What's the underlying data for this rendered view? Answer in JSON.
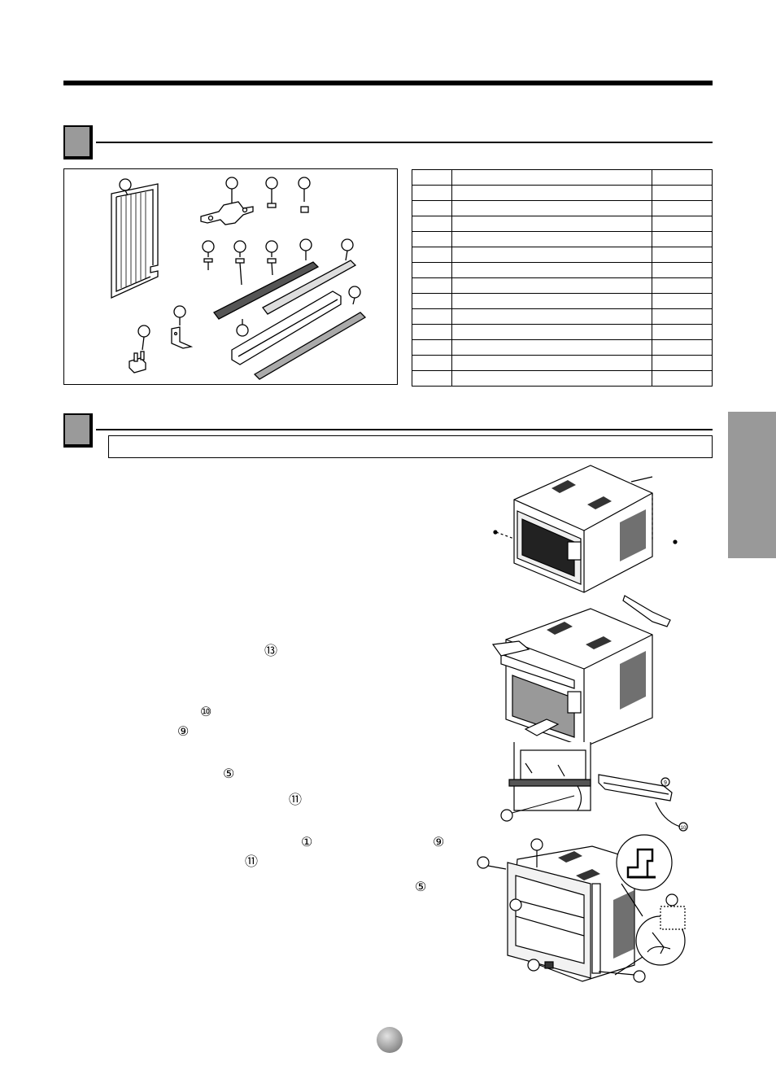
{
  "step_marks": {
    "m13": "⑬",
    "m10": "⑩",
    "m9a": "⑨",
    "m5a": "⑤",
    "m11a": "⑪",
    "m1": "①",
    "m9b": "⑨",
    "m11b": "⑪",
    "m5b": "⑤"
  },
  "figure_labels": {
    "rail_9": "9",
    "rail_10": "10"
  },
  "parts_table": {
    "rows": 14
  },
  "colors": {
    "section_box": "#9a9a9a",
    "side_tab": "#999999"
  }
}
